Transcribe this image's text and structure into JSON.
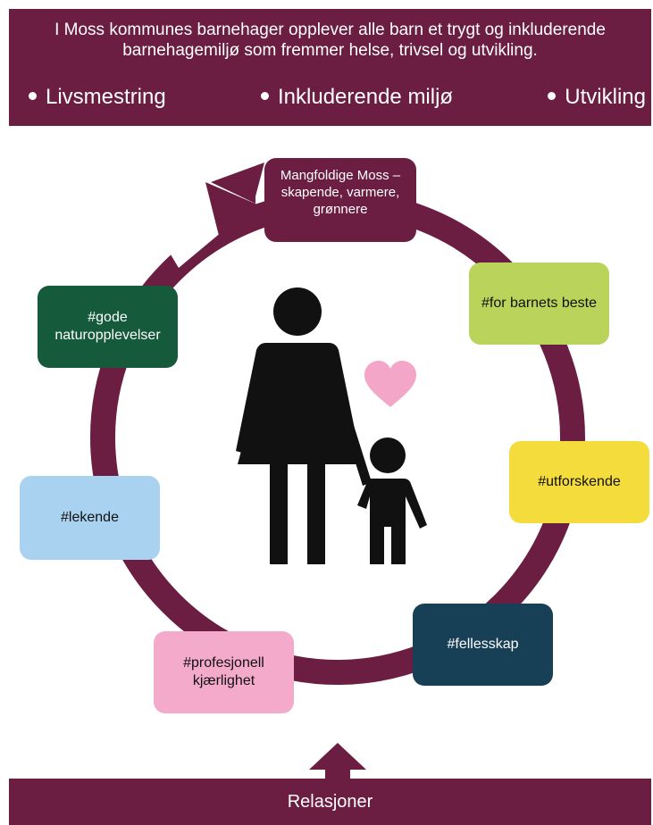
{
  "banner": {
    "lead": "I Moss kommunes barnehager opplever alle barn et trygt og inkluderende barnehagemiljø som fremmer helse, trivsel og utvikling.",
    "values": [
      "Livsmestring",
      "Inkluderende miljø",
      "Utvikling"
    ]
  },
  "center_box": "Mangfoldige Moss – skapende, varmere, grønnere",
  "cycle_boxes": {
    "barnets": "#for barnets beste",
    "utforskende": "#utforskende",
    "fellesskap": "#fellesskap",
    "profesjonell": "#profesjonell kjærlighet",
    "lekende": "#lekende",
    "gode": "#gode naturopplevelser"
  },
  "footer": "Relasjoner",
  "colors": {
    "maroon": "#6b1d42",
    "green_light": "#b9d35b",
    "yellow": "#f3dc3b",
    "navy": "#173f56",
    "pink": "#f3aacb",
    "blue_light": "#a8d2ef",
    "green_dark": "#155a3a",
    "heart": "#f3a6c8"
  },
  "icons": [
    "adult-child-icon",
    "heart-icon",
    "cycle-arrow",
    "up-arrow"
  ]
}
